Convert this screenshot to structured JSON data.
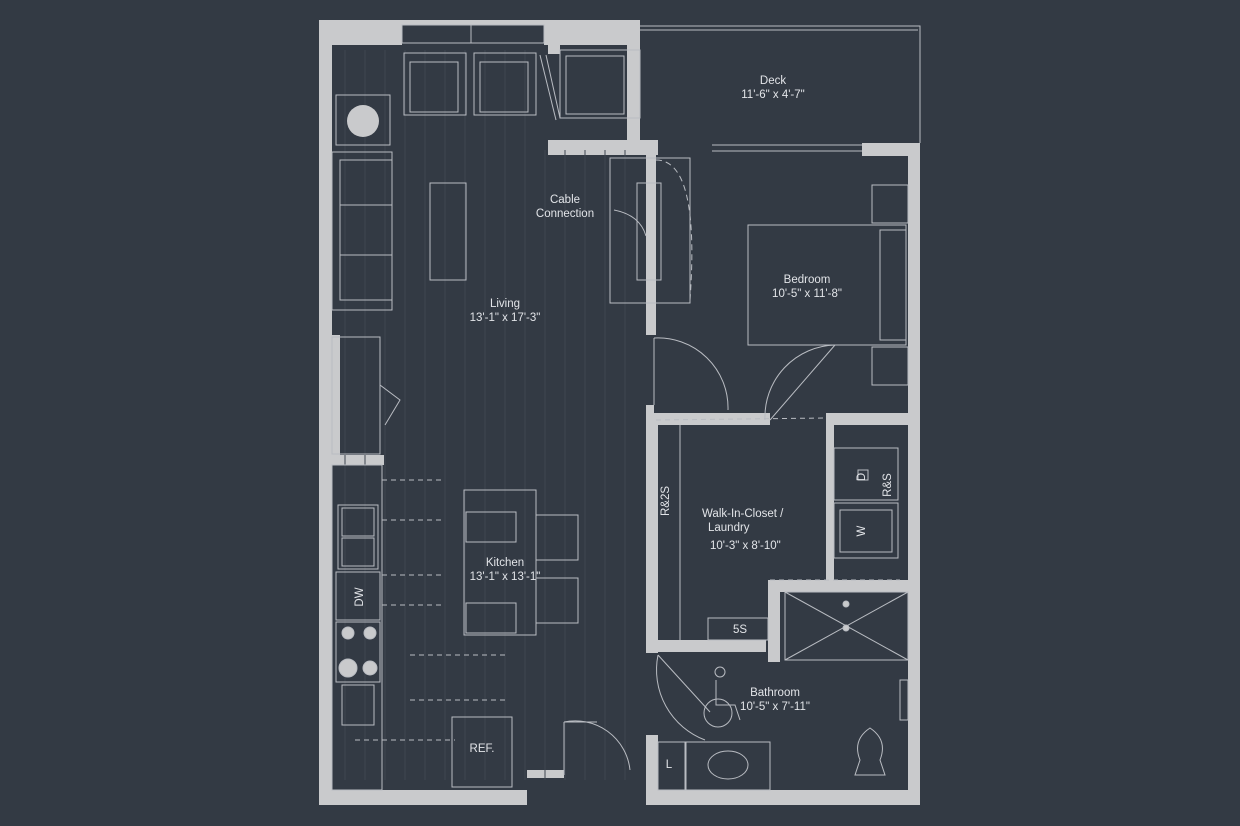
{
  "rooms": {
    "deck": {
      "name": "Deck",
      "size": "11'-6\" x 4'-7\""
    },
    "living": {
      "name": "Living",
      "size": "13'-1\" x 17'-3\""
    },
    "bedroom": {
      "name": "Bedroom",
      "size": "10'-5\" x 11'-8\""
    },
    "kitchen": {
      "name": "Kitchen",
      "size": "13'-1\" x 13'-1\""
    },
    "closet": {
      "name_line1": "Walk-In-Closet /",
      "name_line2": "Laundry",
      "size": "10'-3\" x 8'-10\""
    },
    "bathroom": {
      "name": "Bathroom",
      "size": "10'-5\" x 7'-11\""
    }
  },
  "annotations": {
    "cable_line1": "Cable",
    "cable_line2": "Connection",
    "dw": "DW",
    "ref": "REF.",
    "r2s": "R&2S",
    "rs": "R&S",
    "dryer": "D",
    "washer": "W",
    "shelf": "5S",
    "linen": "L"
  },
  "colors": {
    "background": "#333a44",
    "wall": "#c9cacc",
    "line": "#b9bcc2"
  }
}
